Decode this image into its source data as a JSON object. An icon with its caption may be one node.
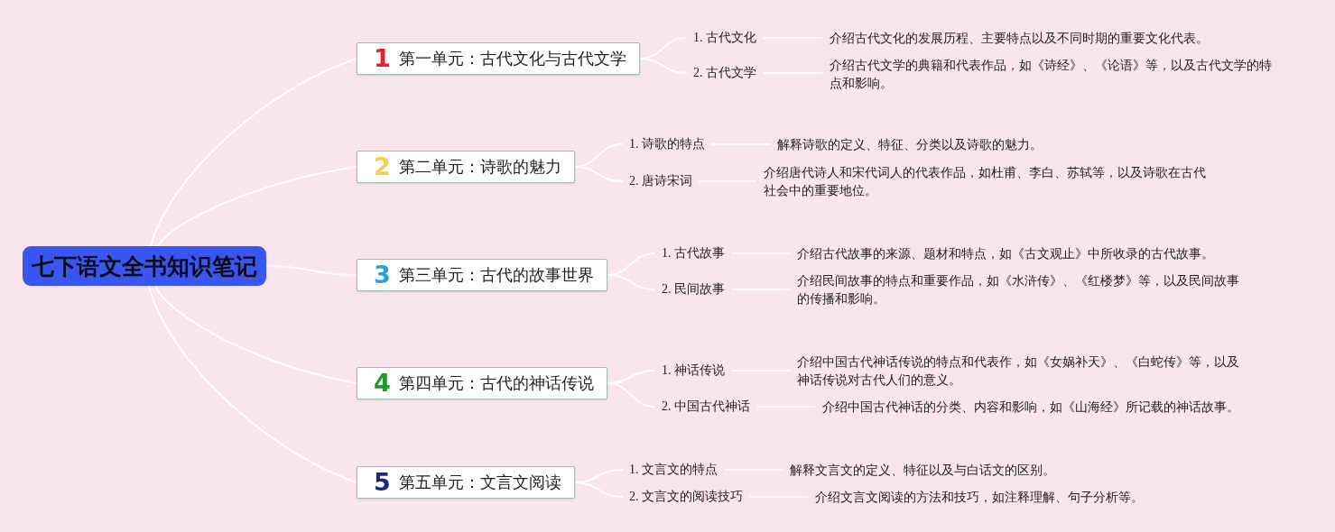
{
  "diagram": {
    "nodes": [
      {
        "text": [
          "七下语文全书知识笔记"
        ]
      },
      {
        "text": [
          "1",
          "第一单元：古代文化与古代文学"
        ]
      },
      {
        "text": [
          "1. 古代文化"
        ]
      },
      {
        "text": [
          "介绍古代文化的发展历程、主要特点以及不同时期的重要文化代表。"
        ]
      },
      {
        "text": [
          "2. 古代文学"
        ]
      },
      {
        "text": [
          "介绍古代文学的典籍和代表作品，如《诗经》、《论语》等，以及古代文学的特点和影响。"
        ]
      },
      {
        "text": [
          "2",
          "第二单元：诗歌的魅力"
        ]
      },
      {
        "text": [
          "1. 诗歌的特点"
        ]
      },
      {
        "text": [
          "解释诗歌的定义、特征、分类以及诗歌的魅力。"
        ]
      },
      {
        "text": [
          "2. 唐诗宋词"
        ]
      },
      {
        "text": [
          "介绍唐代诗人和宋代词人的代表作品，如杜甫、李白、苏轼等，以及诗歌在古代社会中的重要地位。"
        ]
      },
      {
        "text": [
          "3",
          "第三单元：古代的故事世界"
        ]
      },
      {
        "text": [
          "1. 古代故事"
        ]
      },
      {
        "text": [
          "介绍古代故事的来源、题材和特点，如《古文观止》中所收录的古代故事。"
        ]
      },
      {
        "text": [
          "2. 民间故事"
        ]
      },
      {
        "text": [
          "介绍民间故事的特点和重要作品，如《水浒传》、《红楼梦》等，以及民间故事的传播和影响。"
        ]
      },
      {
        "text": [
          "4",
          "第四单元：古代的神话传说"
        ]
      },
      {
        "text": [
          "1. 神话传说"
        ]
      },
      {
        "text": [
          "介绍中国古代神话传说的特点和代表作，如《女娲补天》、《白蛇传》等，以及神话传说对古代人们的意义。"
        ]
      },
      {
        "text": [
          "2. 中国古代神话"
        ]
      },
      {
        "text": [
          "介绍中国古代神话的分类、内容和影响，如《山海经》所记载的神话故事。"
        ]
      },
      {
        "text": [
          "5",
          "第五单元：文言文阅读"
        ]
      },
      {
        "text": [
          "1. 文言文的特点"
        ]
      },
      {
        "text": [
          "解释文言文的定义、特征以及与白话文的区别。"
        ]
      },
      {
        "text": [
          "2. 文言文的阅读技巧"
        ]
      },
      {
        "text": [
          "介绍文言文阅读的方法和技巧，如注释理解、句子分析等。"
        ]
      }
    ],
    "edges": [
      {
        "from": 0,
        "to": 1,
        "arrow": "none"
      },
      {
        "from": 1,
        "to": 2,
        "arrow": "none"
      },
      {
        "from": 2,
        "to": 3,
        "arrow": "none"
      },
      {
        "from": 1,
        "to": 4,
        "arrow": "none"
      },
      {
        "from": 4,
        "to": 5,
        "arrow": "none"
      },
      {
        "from": 0,
        "to": 6,
        "arrow": "none"
      },
      {
        "from": 6,
        "to": 7,
        "arrow": "none"
      },
      {
        "from": 7,
        "to": 8,
        "arrow": "none"
      },
      {
        "from": 6,
        "to": 9,
        "arrow": "none"
      },
      {
        "from": 9,
        "to": 10,
        "arrow": "none"
      },
      {
        "from": 0,
        "to": 11,
        "arrow": "none"
      },
      {
        "from": 11,
        "to": 12,
        "arrow": "none"
      },
      {
        "from": 12,
        "to": 13,
        "arrow": "none"
      },
      {
        "from": 11,
        "to": 14,
        "arrow": "none"
      },
      {
        "from": 14,
        "to": 15,
        "arrow": "none"
      },
      {
        "from": 0,
        "to": 16,
        "arrow": "none"
      },
      {
        "from": 16,
        "to": 17,
        "arrow": "none"
      },
      {
        "from": 17,
        "to": 18,
        "arrow": "none"
      },
      {
        "from": 16,
        "to": 19,
        "arrow": "none"
      },
      {
        "from": 19,
        "to": 20,
        "arrow": "none"
      },
      {
        "from": 0,
        "to": 21,
        "arrow": "none"
      },
      {
        "from": 21,
        "to": 22,
        "arrow": "none"
      },
      {
        "from": 22,
        "to": 23,
        "arrow": "none"
      },
      {
        "from": 21,
        "to": 24,
        "arrow": "none"
      },
      {
        "from": 24,
        "to": 25,
        "arrow": "none"
      }
    ]
  }
}
